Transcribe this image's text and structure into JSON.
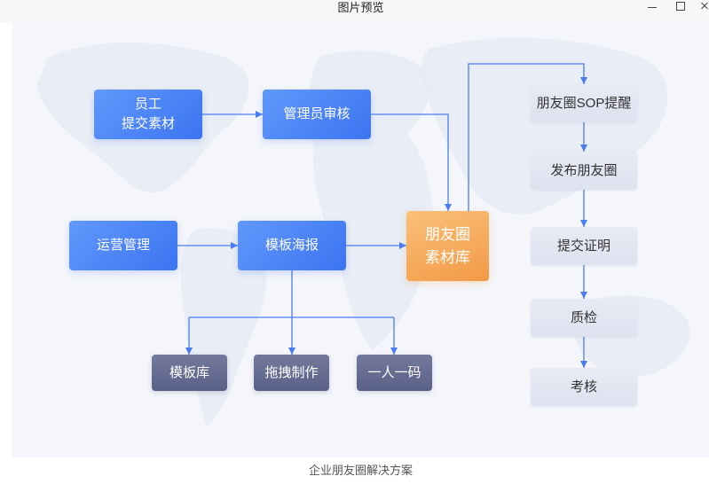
{
  "window": {
    "title": "图片预览",
    "icons": {
      "minimize": "minimize-icon",
      "maximize": "maximize-icon",
      "close": "close-icon"
    }
  },
  "diagram": {
    "staff_submit": {
      "line1": "员工",
      "line2": "提交素材"
    },
    "admin_review": {
      "label": "管理员审核"
    },
    "ops_management": {
      "label": "运营管理"
    },
    "template_poster": {
      "label": "模板海报"
    },
    "moments_library": {
      "line1": "朋友圈",
      "line2": "素材库"
    },
    "template_library": {
      "label": "模板库"
    },
    "drag_build": {
      "label": "拖拽制作"
    },
    "one_code_per_person": {
      "label": "一人一码"
    },
    "sop_reminder": {
      "label": "朋友圈SOP提醒"
    },
    "publish_moments": {
      "label": "发布朋友圈"
    },
    "submit_proof": {
      "label": "提交证明"
    },
    "quality_check": {
      "label": "质检"
    },
    "assessment": {
      "label": "考核"
    }
  },
  "caption": "企业朋友圈解决方案",
  "colors": {
    "connector": "#4a7df2",
    "blue_start": "#6198fb",
    "blue_end": "#3c74f2",
    "orange_start": "#f9c07a",
    "orange_end": "#f39a45",
    "slate_start": "#737a9d",
    "slate_end": "#5a6187",
    "light_start": "#e8ebf5",
    "light_end": "#dde2ef",
    "light_text": "#333333",
    "image_bg": "#f4f6fb",
    "map": "#e6eaf3"
  }
}
